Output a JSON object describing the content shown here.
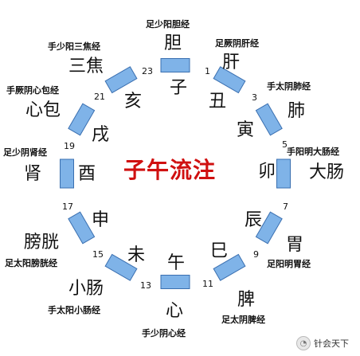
{
  "title": "子午流注",
  "title_color": "#d01010",
  "bar_fill": "#7fb3e8",
  "bar_stroke": "#3a6fb0",
  "segments": [
    {
      "id": "zi",
      "branch": "子",
      "organ": "胆",
      "meridian": "足少阳胆经",
      "hour": "23"
    },
    {
      "id": "chou",
      "branch": "丑",
      "organ": "肝",
      "meridian": "足厥阴肝经",
      "hour": "1"
    },
    {
      "id": "yin",
      "branch": "寅",
      "organ": "肺",
      "meridian": "手太阴肺经",
      "hour": "3"
    },
    {
      "id": "mao",
      "branch": "卯",
      "organ": "大肠",
      "meridian": "手阳明大肠经",
      "hour": "5"
    },
    {
      "id": "chen",
      "branch": "辰",
      "organ": "胃",
      "meridian": "足阳明胃经",
      "hour": "7"
    },
    {
      "id": "si",
      "branch": "巳",
      "organ": "脾",
      "meridian": "足太阴脾经",
      "hour": "9"
    },
    {
      "id": "wu",
      "branch": "午",
      "organ": "心",
      "meridian": "手少阴心经",
      "hour": "11"
    },
    {
      "id": "wei",
      "branch": "未",
      "organ": "小肠",
      "meridian": "手太阳小肠经",
      "hour": "13"
    },
    {
      "id": "shen",
      "branch": "申",
      "organ": "膀胱",
      "meridian": "足太阳膀胱经",
      "hour": "15"
    },
    {
      "id": "you",
      "branch": "酉",
      "organ": "肾",
      "meridian": "足少阴肾经",
      "hour": "17"
    },
    {
      "id": "xu",
      "branch": "戌",
      "organ": "心包",
      "meridian": "手厥阴心包经",
      "hour": "19"
    },
    {
      "id": "hai",
      "branch": "亥",
      "organ": "三焦",
      "meridian": "手少阳三焦经",
      "hour": "21"
    }
  ],
  "watermark": {
    "icon": "wechat-icon",
    "text": "针会天下"
  }
}
